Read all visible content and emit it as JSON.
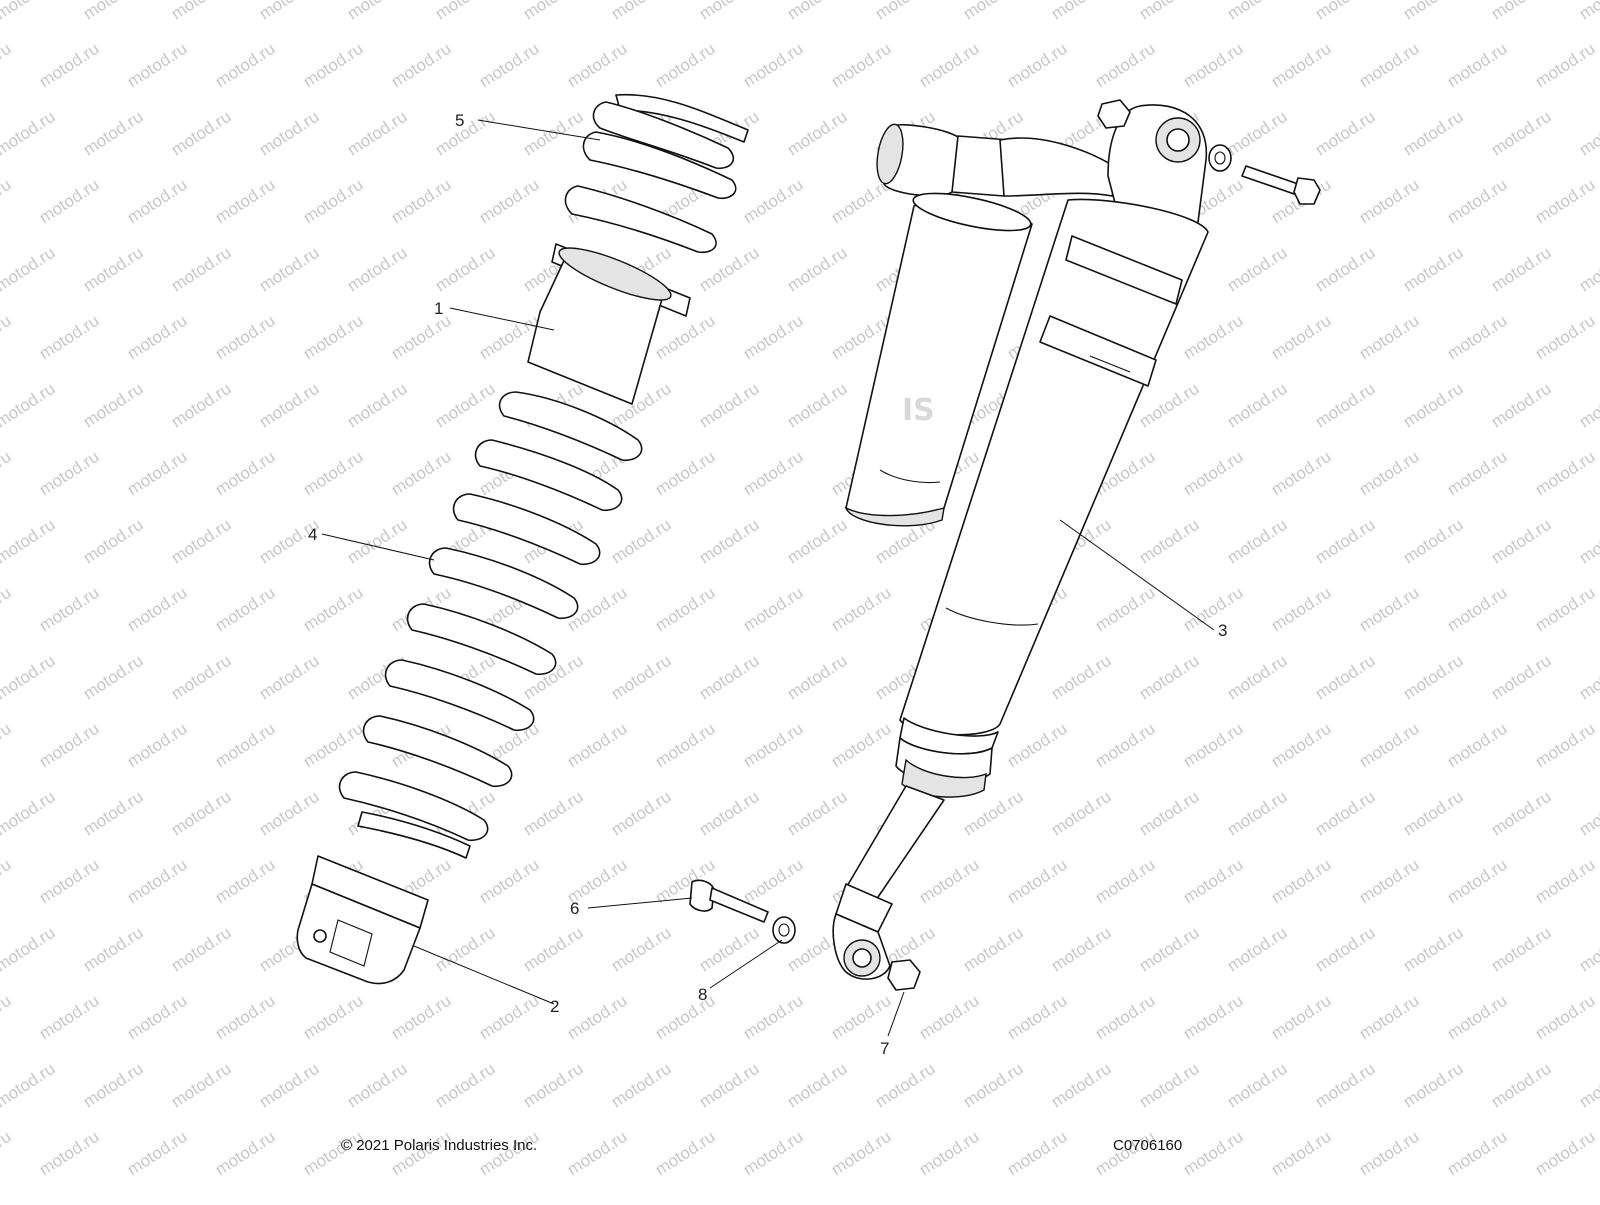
{
  "diagram": {
    "watermark_text": "motod.ru",
    "callouts": [
      {
        "id": "callout-1",
        "label": "1"
      },
      {
        "id": "callout-2",
        "label": "2"
      },
      {
        "id": "callout-3",
        "label": "3"
      },
      {
        "id": "callout-4",
        "label": "4"
      },
      {
        "id": "callout-5",
        "label": "5"
      },
      {
        "id": "callout-6",
        "label": "6"
      },
      {
        "id": "callout-7",
        "label": "7"
      },
      {
        "id": "callout-8",
        "label": "8"
      }
    ],
    "reservoir_mark": "IS"
  },
  "footer": {
    "copyright": "© 2021 Polaris Industries Inc.",
    "drawing_number": "C0706160"
  },
  "colors": {
    "line": "#111111",
    "background": "#ffffff",
    "watermark": "#c8c8c8"
  }
}
